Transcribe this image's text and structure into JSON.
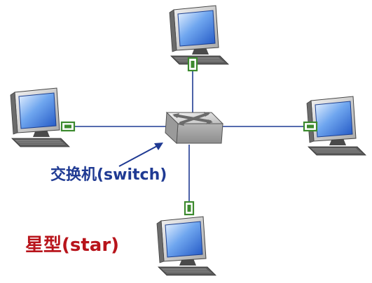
{
  "switch_label": "交换机(switch)",
  "topology_label": "星型(star)",
  "colors": {
    "link": "#1f3a93",
    "switch_label": "#1f3a93",
    "topology_label": "#b8141b",
    "connector": "#3c8a2e",
    "screen": "#2f6fd6"
  },
  "nodes": [
    {
      "name": "computer-top",
      "icon": "desktop-computer-icon"
    },
    {
      "name": "computer-left",
      "icon": "desktop-computer-icon"
    },
    {
      "name": "computer-right",
      "icon": "desktop-computer-icon"
    },
    {
      "name": "computer-bottom",
      "icon": "desktop-computer-icon"
    },
    {
      "name": "network-switch",
      "icon": "switch-icon"
    }
  ]
}
